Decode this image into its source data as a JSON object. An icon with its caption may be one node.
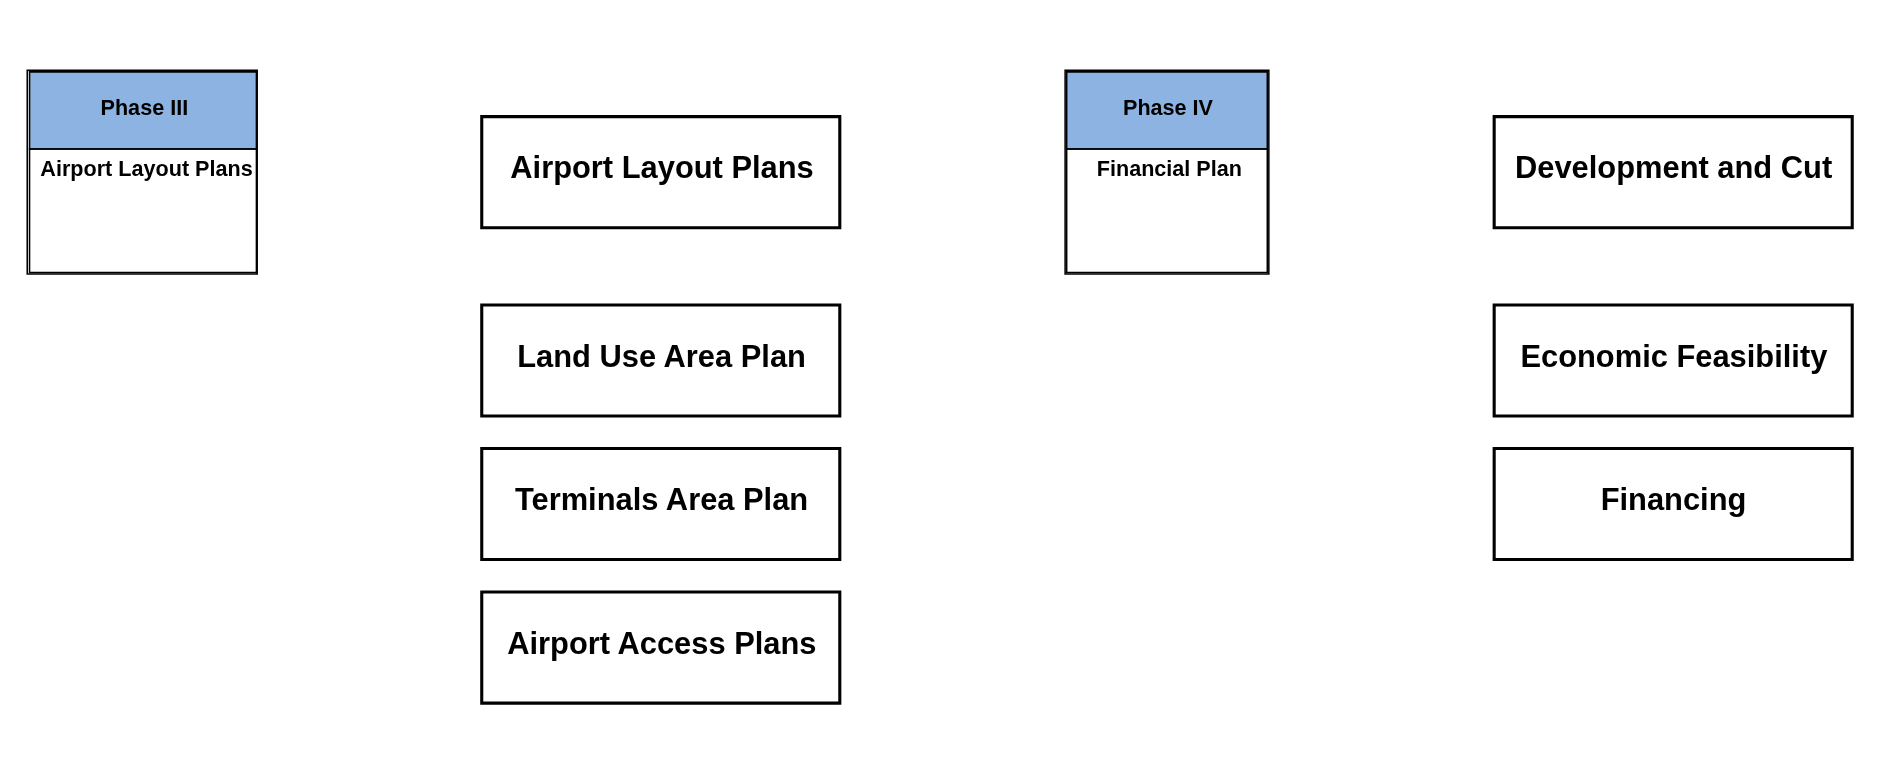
{
  "diagram": {
    "nodes": [
      {
        "text": [
          "Phase III",
          "Airport Layout Plans"
        ]
      },
      {
        "text": [
          "Airport Layout Plans"
        ]
      },
      {
        "text": [
          "Land Use Area Plan"
        ]
      },
      {
        "text": [
          "Terminals Area Plan"
        ]
      },
      {
        "text": [
          "Airport Access Plans"
        ]
      },
      {
        "text": [
          "Phase IV",
          "Financial Plan"
        ]
      },
      {
        "text": [
          "Development and Cut"
        ]
      },
      {
        "text": [
          "Economic Feasibility"
        ]
      },
      {
        "text": [
          "Financing"
        ]
      }
    ]
  }
}
